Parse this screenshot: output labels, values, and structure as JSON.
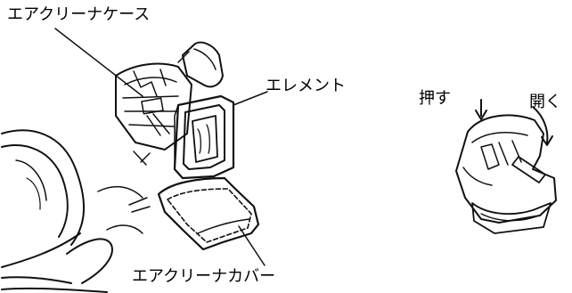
{
  "labels": {
    "air_cleaner_case": "エアクリーナケース",
    "element": "エレメント",
    "air_cleaner_cover": "エアクリーナカバー",
    "push": "押す",
    "open": "開く"
  },
  "colors": {
    "ink": "#111111",
    "background": "#ffffff"
  }
}
